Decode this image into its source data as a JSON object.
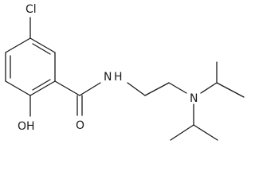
{
  "molecule": {
    "atoms": {
      "cl": "Cl",
      "oh": "OH",
      "nh": "N",
      "hydrogen": "H",
      "o": "O",
      "n": "N"
    }
  }
}
